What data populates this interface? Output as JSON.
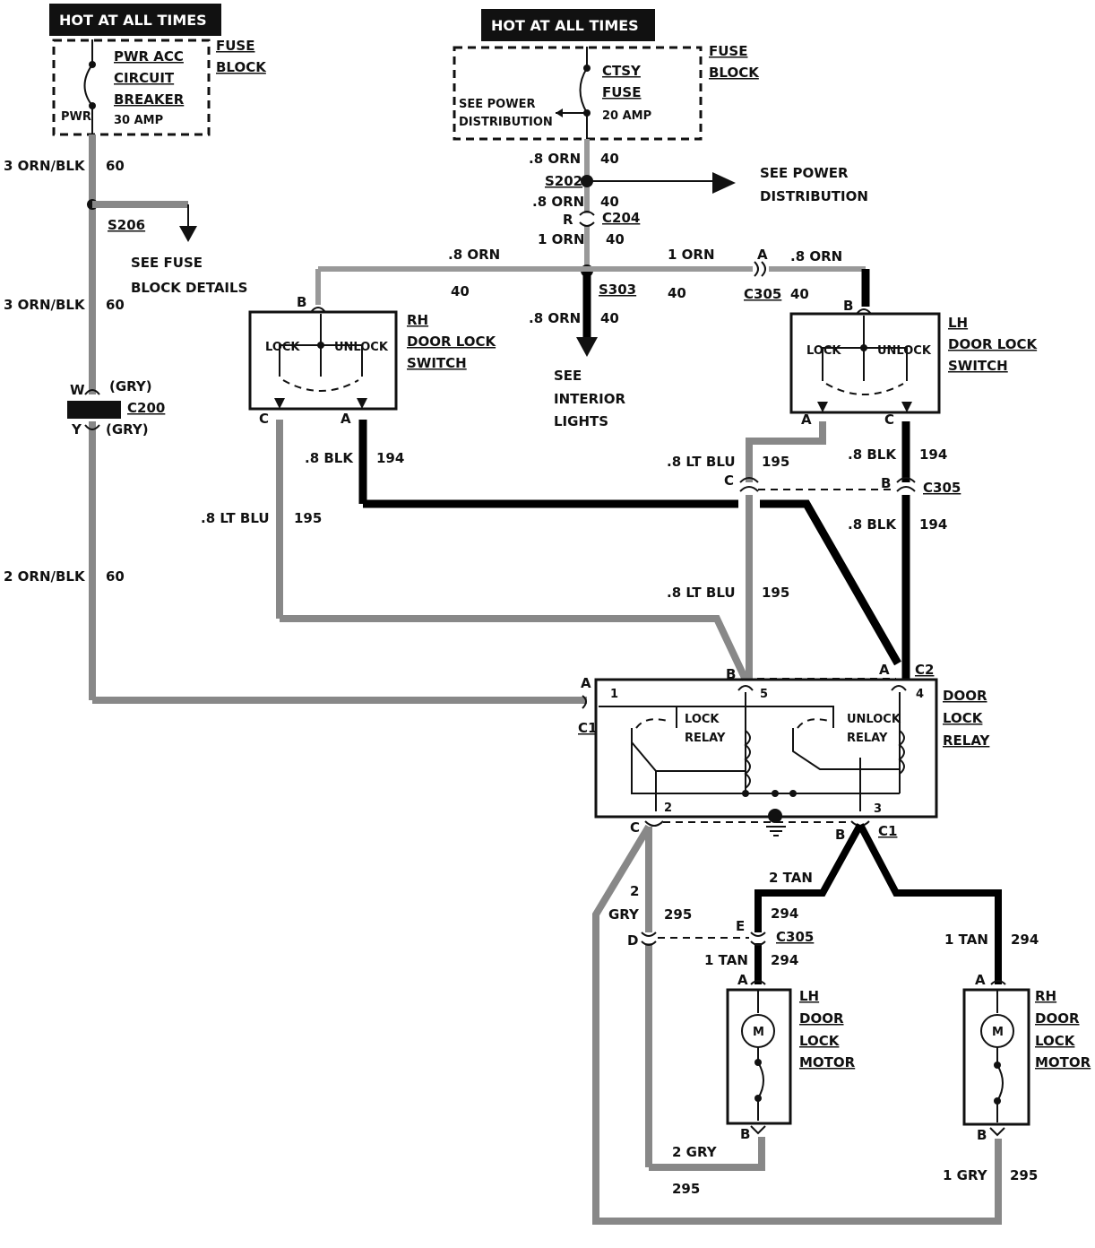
{
  "headers": {
    "left": "HOT AT ALL TIMES",
    "center": "HOT AT ALL TIMES"
  },
  "fuse_block_left": {
    "label": [
      "FUSE",
      "BLOCK"
    ],
    "breaker": [
      "PWR ACC",
      "CIRCUIT",
      "BREAKER"
    ],
    "rating": "30 AMP",
    "pwr": "PWR"
  },
  "fuse_block_center": {
    "label": [
      "FUSE",
      "BLOCK"
    ],
    "fuse": [
      "CTSY",
      "FUSE"
    ],
    "rating": "20 AMP",
    "see_power": [
      "SEE POWER",
      "DISTRIBUTION"
    ]
  },
  "left_feed": {
    "w1": "3 ORN/BLK",
    "c1": "60",
    "splice": "S206",
    "see_fuse": [
      "SEE FUSE",
      "BLOCK DETAILS"
    ],
    "w2": "3 ORN/BLK",
    "c2": "60",
    "conn_w": "W",
    "conn_y": "Y",
    "gry1": "(GRY)",
    "gry2": "(GRY)",
    "conn": "C200",
    "w3": "2 ORN/BLK",
    "c3": "60"
  },
  "center_feed": {
    "w1": ".8 ORN",
    "c1": "40",
    "splice": "S202",
    "see_power": [
      "SEE POWER",
      "DISTRIBUTION"
    ],
    "w2": ".8 ORN",
    "c2": "40",
    "r": "R",
    "conn": "C204",
    "w3": "1 ORN",
    "c3": "40",
    "s303": "S303",
    "w4": ".8 ORN",
    "c4": "40",
    "see_lights": [
      "SEE",
      "INTERIOR",
      "LIGHTS"
    ]
  },
  "top_bus": {
    "left_w": ".8 ORN",
    "left_c": "40",
    "mid_w": "1 ORN",
    "mid_c": "40",
    "a": "A",
    "conn": "C305",
    "right_w": ".8 ORN",
    "right_c": "40"
  },
  "rh_switch": {
    "b": "B",
    "c": "C",
    "a": "A",
    "lock": "LOCK",
    "unlock": "UNLOCK",
    "name": [
      "RH",
      "DOOR LOCK",
      "SWITCH"
    ]
  },
  "lh_switch": {
    "b": "B",
    "a": "A",
    "c": "C",
    "lock": "LOCK",
    "unlock": "UNLOCK",
    "name": [
      "LH",
      "DOOR LOCK",
      "SWITCH"
    ]
  },
  "wires_mid": {
    "rh_blk_w": ".8 BLK",
    "rh_blk_c": "194",
    "rh_blu_w": ".8 LT BLU",
    "rh_blu_c": "195",
    "lh_blu_w": ".8 LT BLU",
    "lh_blu_c": "195",
    "lh_blk_w": ".8 BLK",
    "lh_blk_c": "194",
    "c_c": "C",
    "c305_b": "B",
    "c305": "C305",
    "lh_blk2_w": ".8 BLK",
    "lh_blk2_c": "194",
    "blu3_w": ".8 LT BLU",
    "blu3_c": "195"
  },
  "relay": {
    "name": [
      "DOOR",
      "LOCK",
      "RELAY"
    ],
    "a": "A",
    "c1": "C1",
    "b": "B",
    "a2": "A",
    "c2": "C2",
    "p1": "1",
    "p5": "5",
    "p4": "4",
    "p2": "2",
    "p3": "3",
    "lock_relay": [
      "LOCK",
      "RELAY"
    ],
    "unlock_relay": [
      "UNLOCK",
      "RELAY"
    ],
    "c_bot": "C",
    "b_bot": "B",
    "c1_bot": "C1"
  },
  "lower": {
    "tan2": "2 TAN",
    "gry2": "2",
    "gry_lbl": "GRY",
    "gry_c": "295",
    "e": "E",
    "c305_c": "294",
    "c305": "C305",
    "d": "D",
    "tan1_w": "1 TAN",
    "tan1_c": "294",
    "rh_tan_w": "1 TAN",
    "rh_tan_c": "294",
    "gry_bot_w": "2 GRY",
    "gry_bot_c": "295",
    "rh_gry_w": "1 GRY",
    "rh_gry_c": "295"
  },
  "lh_motor": {
    "a": "A",
    "b": "B",
    "m": "M",
    "name": [
      "LH",
      "DOOR",
      "LOCK",
      "MOTOR"
    ]
  },
  "rh_motor": {
    "a": "A",
    "b": "B",
    "m": "M",
    "name": [
      "RH",
      "DOOR",
      "LOCK",
      "MOTOR"
    ]
  }
}
